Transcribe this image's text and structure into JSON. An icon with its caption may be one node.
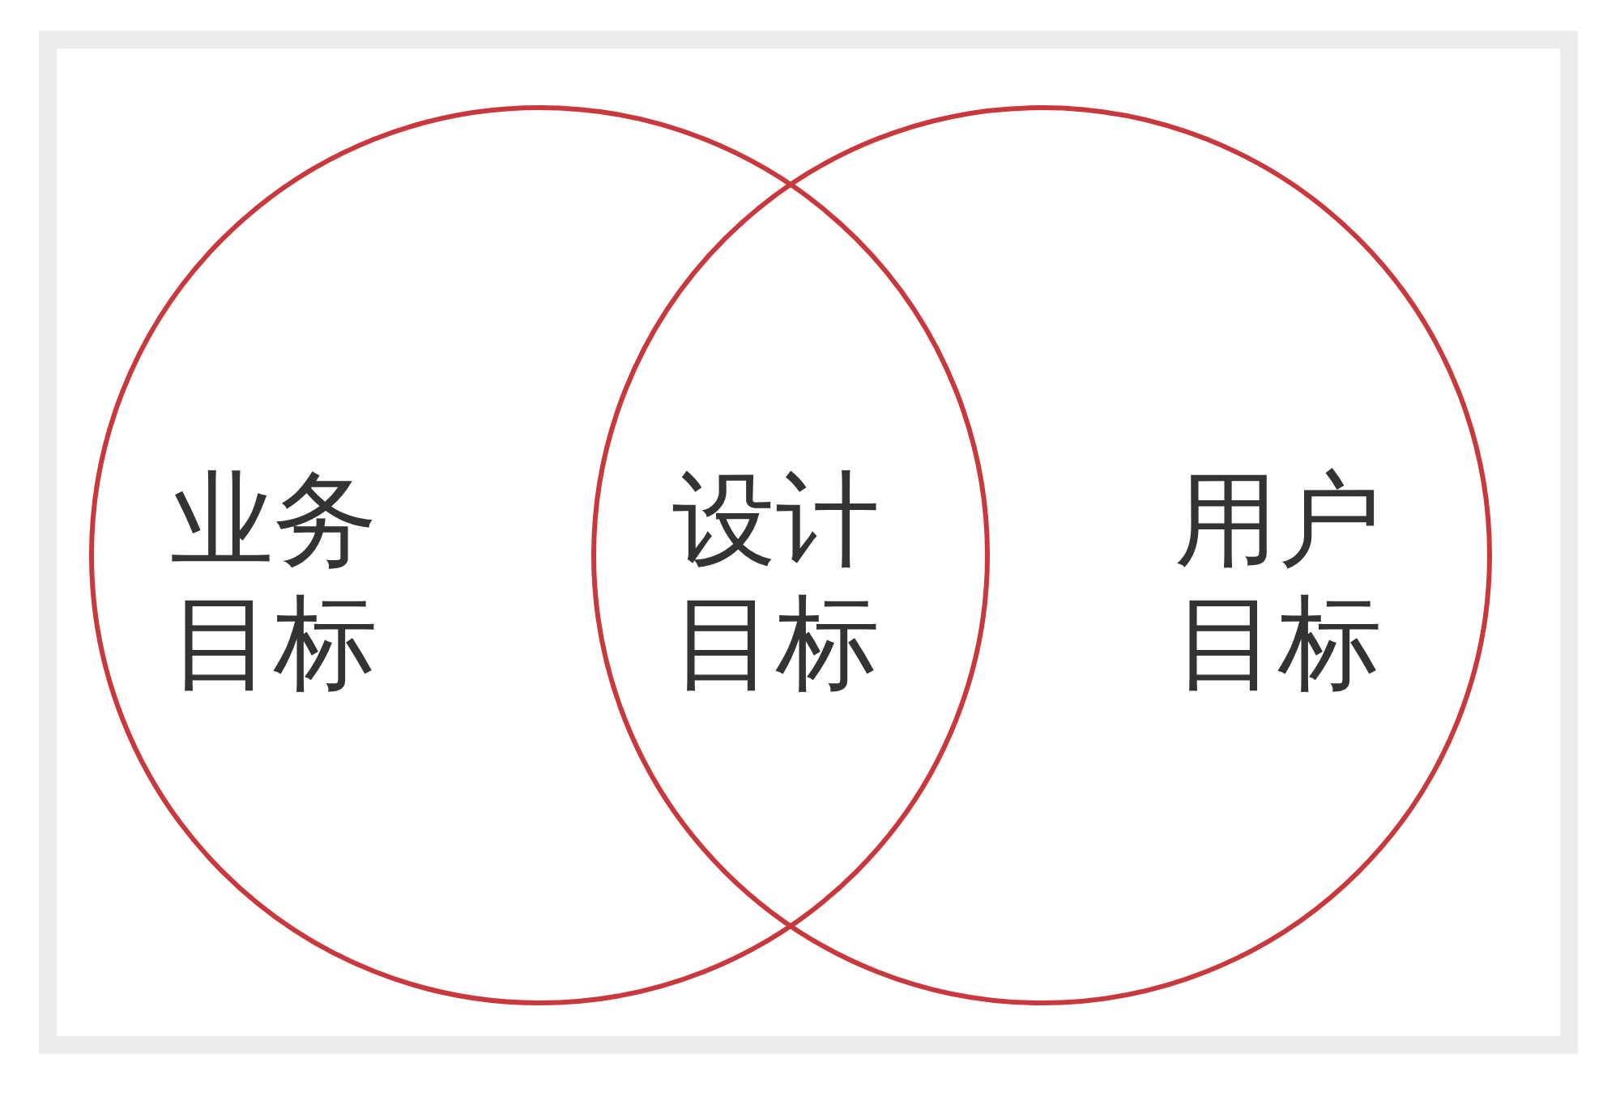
{
  "diagram": {
    "nodes": [
      {
        "text": [
          "业务目标"
        ]
      },
      {
        "text": [
          "用户目标"
        ]
      }
    ],
    "labels": [
      "设计目标"
    ]
  }
}
